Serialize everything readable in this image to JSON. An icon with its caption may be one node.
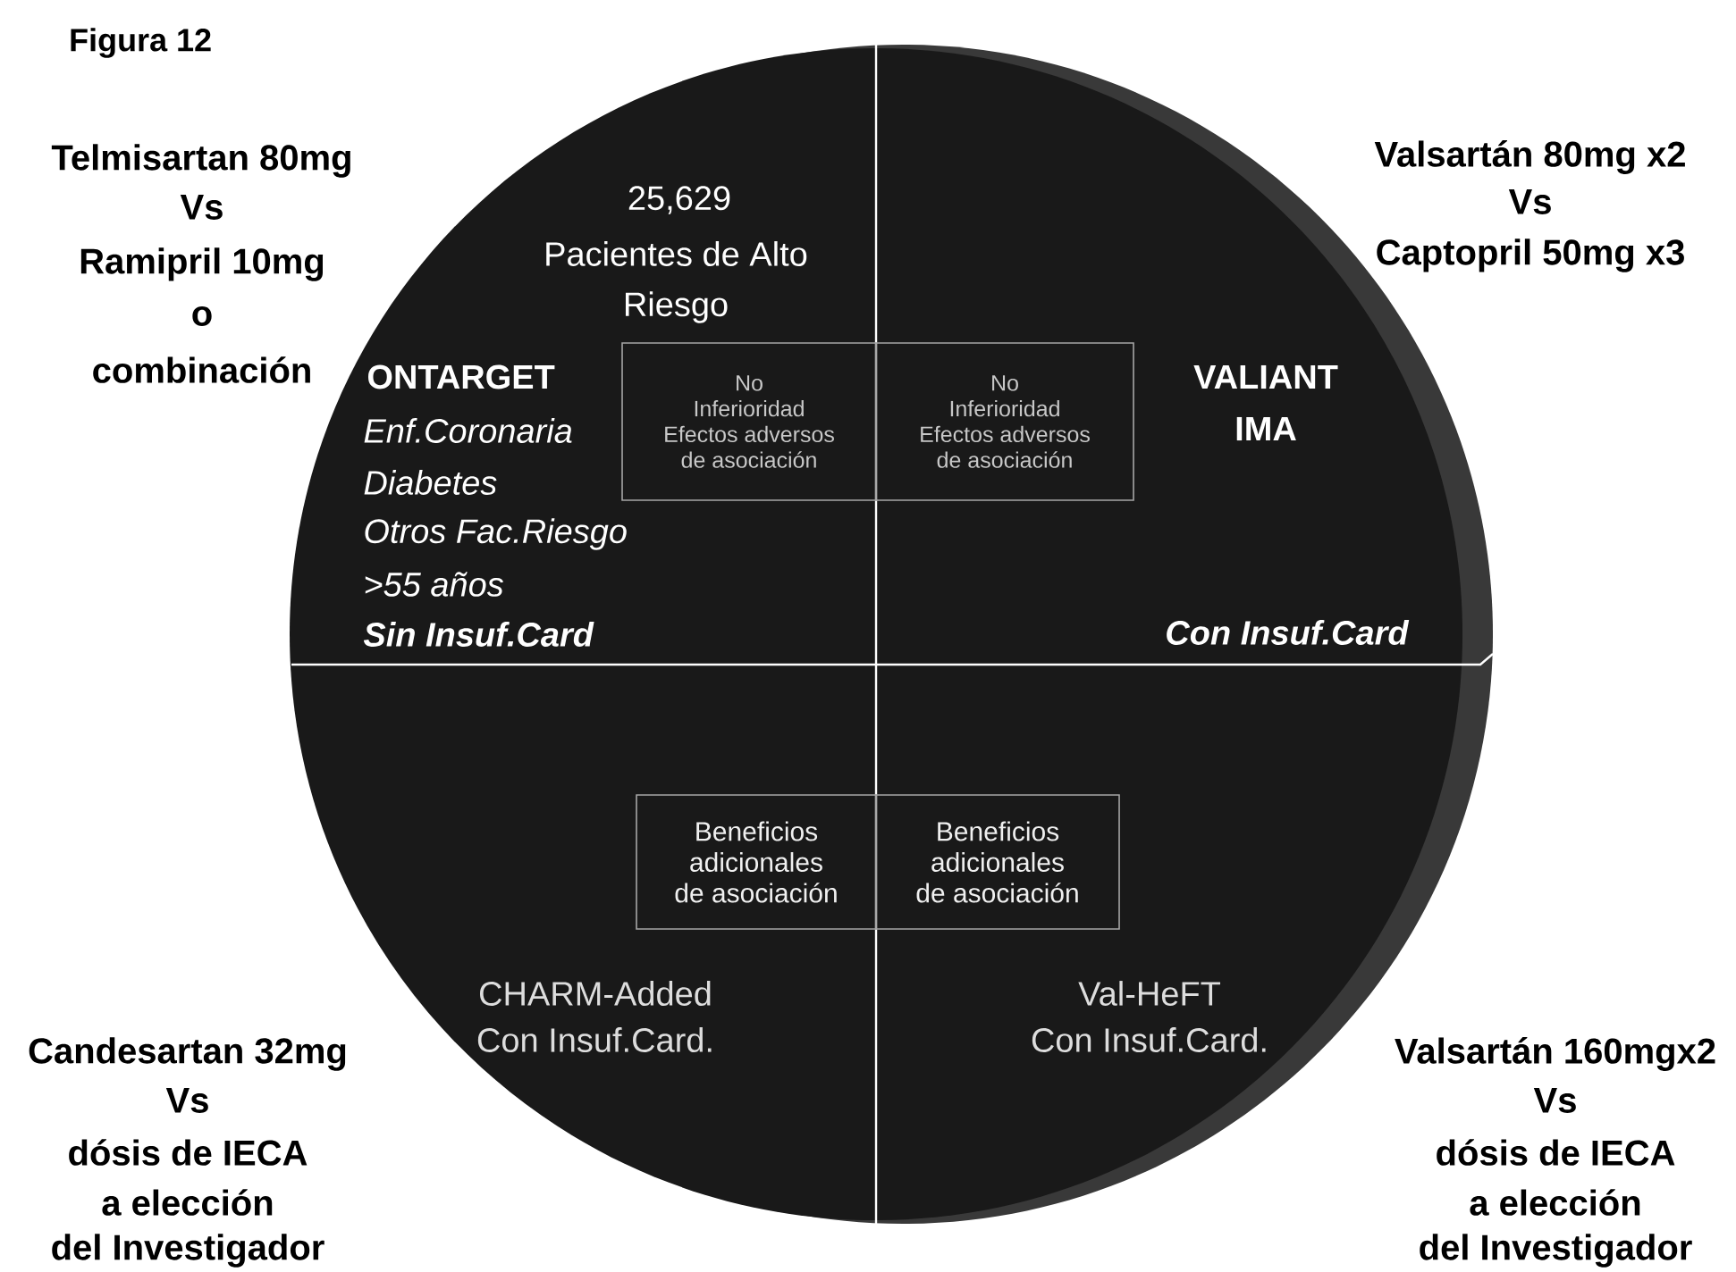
{
  "diagram": {
    "title": "Figura 12",
    "nodes": [
      {
        "text": [
          "No",
          "Inferioridad",
          "Efectos adversos",
          "de asociación"
        ]
      },
      {
        "text": [
          "No",
          "Inferioridad",
          "Efectos adversos",
          "de asociación"
        ]
      },
      {
        "text": [
          "Beneficios",
          "adicionales",
          "de asociación"
        ]
      },
      {
        "text": [
          "Beneficios",
          "adicionales",
          "de asociación"
        ]
      }
    ],
    "labels": [
      "Telmisartan 80mg",
      "Vs",
      "Ramipril 10mg",
      "o",
      "combinación",
      "Valsartán 80mg x2",
      "Vs",
      "Captopril 50mg x3",
      "25,629",
      "Pacientes de Alto",
      "Riesgo",
      "ONTARGET",
      "Enf.Coronaria",
      "Diabetes",
      "Otros Fac.Riesgo",
      ">55 años",
      "Sin Insuf.Card",
      "VALIANT",
      "IMA",
      "Con Insuf.Card",
      "CHARM-Added",
      "Con Insuf.Card.",
      "Val-HeFT",
      "Con Insuf.Card.",
      "Candesartan 32mg",
      "Vs",
      "dósis de IECA",
      "a elección",
      "del Investigador",
      "Valsartán 160mgx2",
      "Vs",
      "dósis de IECA",
      "a elección",
      "del Investigador"
    ]
  }
}
